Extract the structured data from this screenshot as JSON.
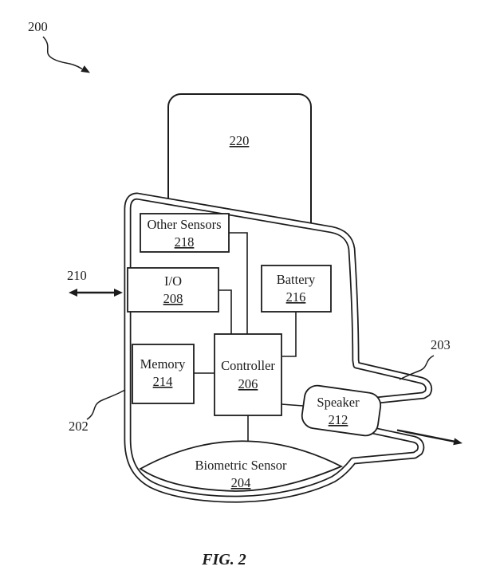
{
  "figure": {
    "caption": "FIG. 2",
    "annotations": {
      "system_ref": "200",
      "io_link_ref": "210",
      "housing_ref": "202",
      "output_ref": "203"
    },
    "blocks": {
      "stem": {
        "ref": "220"
      },
      "other_sensors": {
        "label": "Other Sensors",
        "ref": "218"
      },
      "io": {
        "label": "I/O",
        "ref": "208"
      },
      "battery": {
        "label": "Battery",
        "ref": "216"
      },
      "memory": {
        "label": "Memory",
        "ref": "214"
      },
      "controller": {
        "label": "Controller",
        "ref": "206"
      },
      "speaker": {
        "label": "Speaker",
        "ref": "212"
      },
      "biometric_sensor": {
        "label": "Biometric Sensor",
        "ref": "204"
      }
    },
    "colors": {
      "ink": "#1c1c1c",
      "paper": "#ffffff"
    }
  }
}
